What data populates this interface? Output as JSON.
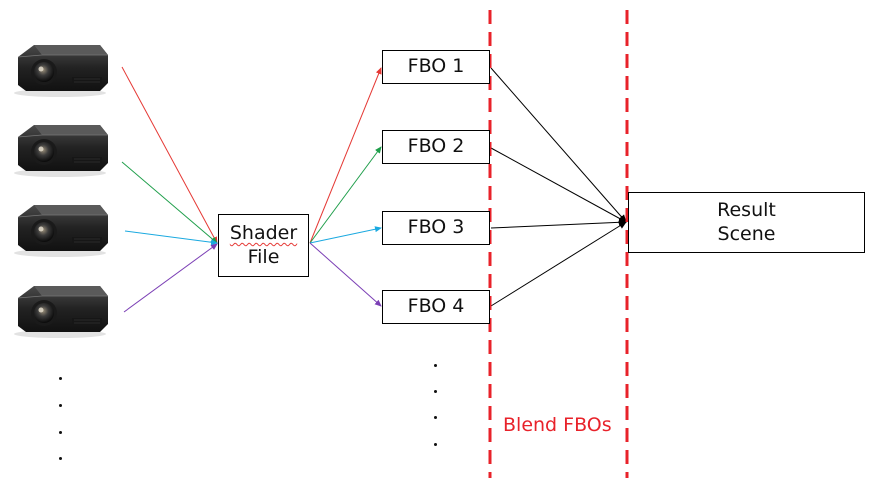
{
  "diagram": {
    "sources": [
      {
        "id": "projector-1",
        "icon": "projector-icon",
        "arrow_color": "#e53935"
      },
      {
        "id": "projector-2",
        "icon": "projector-icon",
        "arrow_color": "#1e9e4a"
      },
      {
        "id": "projector-3",
        "icon": "projector-icon",
        "arrow_color": "#1aa9e0"
      },
      {
        "id": "projector-4",
        "icon": "projector-icon",
        "arrow_color": "#7b3fb5"
      }
    ],
    "shader": {
      "line1": "Shader",
      "line2": "File"
    },
    "fbos": [
      {
        "label": "FBO 1",
        "arrow_color": "#e53935"
      },
      {
        "label": "FBO 2",
        "arrow_color": "#1e9e4a"
      },
      {
        "label": "FBO 3",
        "arrow_color": "#1aa9e0"
      },
      {
        "label": "FBO 4",
        "arrow_color": "#7b3fb5"
      }
    ],
    "result": {
      "line1": "Result",
      "line2": "Scene"
    },
    "blend_label": "Blend FBOs",
    "blend_line_color": "#e8222a",
    "fbo_to_result_color": "#000000"
  }
}
